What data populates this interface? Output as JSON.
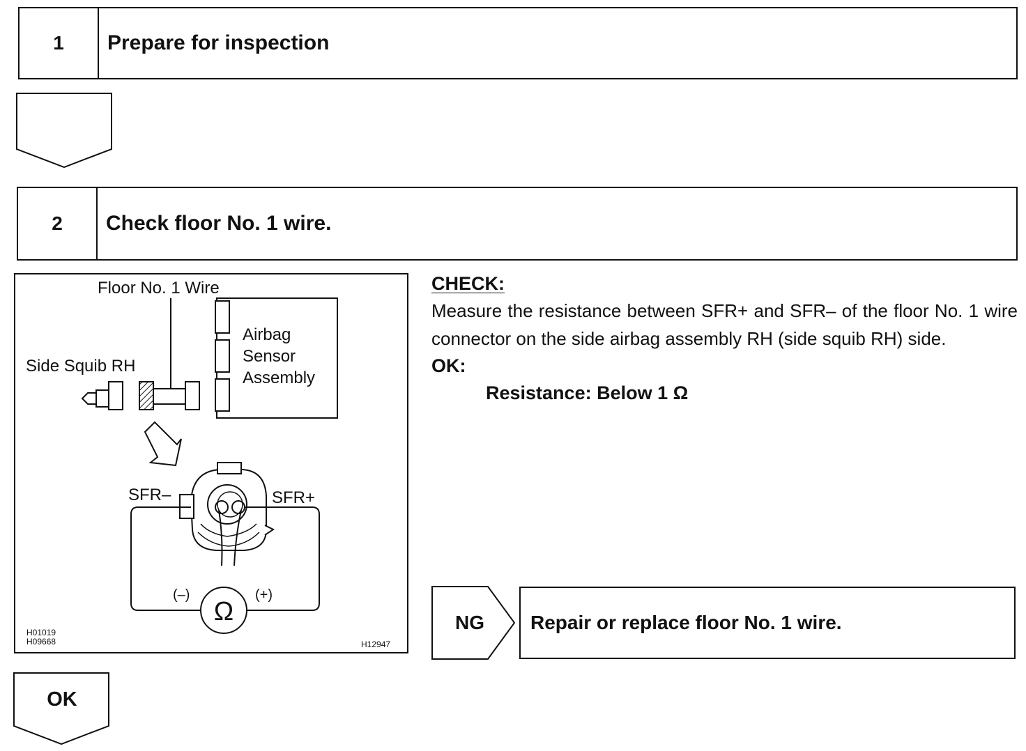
{
  "step1": {
    "number": "1",
    "title": "Prepare for inspection"
  },
  "step2": {
    "number": "2",
    "title": "Check floor No. 1 wire."
  },
  "diagram": {
    "label_floor_wire": "Floor No. 1 Wire",
    "label_side_squib": "Side Squib RH",
    "label_sensor_line1": "Airbag",
    "label_sensor_line2": "Sensor",
    "label_sensor_line3": "Assembly",
    "label_sfr_minus": "SFR–",
    "label_sfr_plus": "SFR+",
    "label_meter_minus": "(–)",
    "label_meter_plus": "(+)",
    "label_ohm_symbol": "Ω",
    "code_1": "H01019",
    "code_2": "H09668",
    "code_3": "H12947"
  },
  "check": {
    "heading": "CHECK:",
    "text": "Measure the resistance between SFR+ and SFR– of the floor No. 1 wire connector on the side airbag assembly RH (side squib RH) side.",
    "ok_heading": "OK:",
    "spec": "Resistance: Below 1 Ω"
  },
  "ng": {
    "label": "NG",
    "result": "Repair or replace floor No. 1 wire."
  },
  "ok": {
    "label": "OK"
  }
}
